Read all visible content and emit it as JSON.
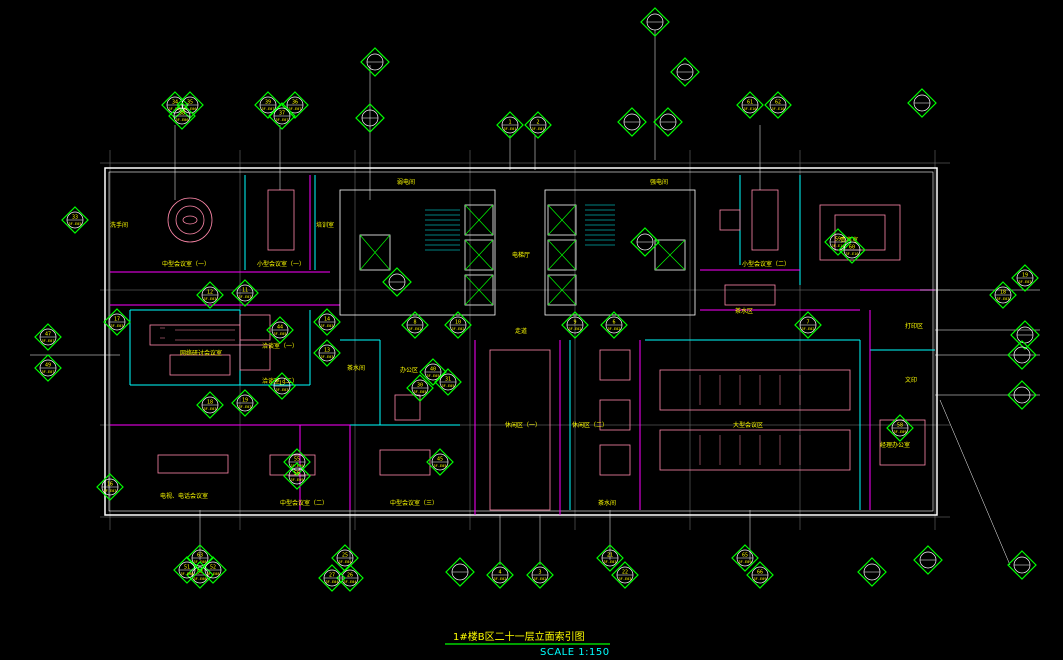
{
  "drawing": {
    "title": "1#楼B区二十一层立面索引图",
    "scale": "SCALE 1:150",
    "colors": {
      "wall": "#ffffff",
      "glass": "#00ffff",
      "furniture": "#ff88aa",
      "partition": "#ff00ff",
      "grid": "#7f7f7f",
      "marker": "#00ff00",
      "text": "#ffff00"
    }
  },
  "rooms": [
    {
      "id": "r1",
      "label": "中型会议室（一）"
    },
    {
      "id": "r2",
      "label": "小型会议室（一）"
    },
    {
      "id": "r3",
      "label": "小型会议室（二）"
    },
    {
      "id": "r4",
      "label": "贵宾室"
    },
    {
      "id": "r5",
      "label": "洗手间"
    },
    {
      "id": "r6",
      "label": "培训室"
    },
    {
      "id": "r7",
      "label": "电梯厅"
    },
    {
      "id": "r8",
      "label": "网络研讨会议室"
    },
    {
      "id": "r9",
      "label": "洽谈室（一）"
    },
    {
      "id": "r10",
      "label": "洽谈室（二）"
    },
    {
      "id": "r11",
      "label": "茶水间"
    },
    {
      "id": "r12",
      "label": "休闲区（一）"
    },
    {
      "id": "r13",
      "label": "休闲区（二）"
    },
    {
      "id": "r14",
      "label": "办公区"
    },
    {
      "id": "r15",
      "label": "大型会议区"
    },
    {
      "id": "r16",
      "label": "经理办公室"
    },
    {
      "id": "r17",
      "label": "电视、电话会议室"
    },
    {
      "id": "r18",
      "label": "中型会议室（二）"
    },
    {
      "id": "r19",
      "label": "中型会议室（三）"
    },
    {
      "id": "r20",
      "label": "茶水间"
    },
    {
      "id": "r21",
      "label": "弱电间"
    },
    {
      "id": "r22",
      "label": "强电间"
    },
    {
      "id": "r23",
      "label": "茶水区"
    },
    {
      "id": "r24",
      "label": "打印区"
    },
    {
      "id": "r25",
      "label": "文印"
    },
    {
      "id": "r26",
      "label": "走道"
    }
  ],
  "markers": [
    {
      "id": "m1",
      "num": "1",
      "sheet": "3F-E01"
    },
    {
      "id": "m2",
      "num": "2",
      "sheet": "3F-E01"
    },
    {
      "id": "m3",
      "num": "34",
      "sheet": "3F-E06"
    },
    {
      "id": "m4",
      "num": "35",
      "sheet": "3F-E06"
    },
    {
      "id": "m5",
      "num": "38",
      "sheet": "3F-E06"
    },
    {
      "id": "m6",
      "num": "39",
      "sheet": "3F-E07"
    },
    {
      "id": "m7",
      "num": "36",
      "sheet": "3F-E07"
    },
    {
      "id": "m8",
      "num": "37",
      "sheet": "3F-E07"
    },
    {
      "id": "m9",
      "num": "61",
      "sheet": "3F-E10"
    },
    {
      "id": "m10",
      "num": "62",
      "sheet": "3F-E10"
    },
    {
      "id": "m11",
      "num": "33",
      "sheet": "3F-E05"
    },
    {
      "id": "m12",
      "num": "12",
      "sheet": "3F-E03"
    },
    {
      "id": "m13",
      "num": "11",
      "sheet": "3F-E03"
    },
    {
      "id": "m14",
      "num": "17",
      "sheet": "3F-E03"
    },
    {
      "id": "m15",
      "num": "14",
      "sheet": "3F-E03"
    },
    {
      "id": "m16",
      "num": "13",
      "sheet": "3F-E03"
    },
    {
      "id": "m17",
      "num": "18",
      "sheet": "3F-E03"
    },
    {
      "id": "m18",
      "num": "19",
      "sheet": "3F-E03"
    },
    {
      "id": "m19",
      "num": "16",
      "sheet": "3F-E03"
    },
    {
      "id": "m20",
      "num": "8",
      "sheet": "3F-E02"
    },
    {
      "id": "m21",
      "num": "10",
      "sheet": "3F-E02"
    },
    {
      "id": "m22",
      "num": "9",
      "sheet": "3F-E02"
    },
    {
      "id": "m23",
      "num": "6",
      "sheet": "3F-E02"
    },
    {
      "id": "m24",
      "num": "7",
      "sheet": "3F-E02"
    },
    {
      "id": "m25",
      "num": "59",
      "sheet": "3F-E10"
    },
    {
      "id": "m26",
      "num": "60",
      "sheet": "3F-E10"
    },
    {
      "id": "m27",
      "num": "58",
      "sheet": "3F-E09"
    },
    {
      "id": "m28",
      "num": "19",
      "sheet": "3F-E03"
    },
    {
      "id": "m29",
      "num": "18",
      "sheet": "3F-E03"
    },
    {
      "id": "m30",
      "num": "63",
      "sheet": "3F-E08"
    },
    {
      "id": "m31",
      "num": "54",
      "sheet": "3F-E08"
    },
    {
      "id": "m32",
      "num": "51",
      "sheet": "3F-E08"
    },
    {
      "id": "m33",
      "num": "52",
      "sheet": "3F-E08"
    },
    {
      "id": "m34",
      "num": "25",
      "sheet": "3F-E04"
    },
    {
      "id": "m35",
      "num": "26",
      "sheet": "3F-E04"
    },
    {
      "id": "m36",
      "num": "27",
      "sheet": "3F-E04"
    },
    {
      "id": "m37",
      "num": "4",
      "sheet": "3F-E02"
    },
    {
      "id": "m38",
      "num": "3",
      "sheet": "3F-E02"
    },
    {
      "id": "m39",
      "num": "21",
      "sheet": "3F-E03"
    },
    {
      "id": "m40",
      "num": "22",
      "sheet": "3F-E03"
    },
    {
      "id": "m41",
      "num": "65",
      "sheet": "3F-E09"
    },
    {
      "id": "m42",
      "num": "66",
      "sheet": "3F-E09"
    },
    {
      "id": "m43",
      "num": "47",
      "sheet": "3F-E07"
    },
    {
      "id": "m44",
      "num": "49",
      "sheet": "3F-E07"
    },
    {
      "id": "m45",
      "num": "40",
      "sheet": "3F-E05"
    },
    {
      "id": "m46",
      "num": "31",
      "sheet": "3F-E05"
    },
    {
      "id": "m47",
      "num": "30",
      "sheet": "3F-E05"
    },
    {
      "id": "m48",
      "num": "55",
      "sheet": "3F-E09"
    },
    {
      "id": "m49",
      "num": "56",
      "sheet": "3F-E09"
    },
    {
      "id": "m50",
      "num": "15",
      "sheet": "3F-E03"
    },
    {
      "id": "m51",
      "num": "44",
      "sheet": "3F-E05"
    },
    {
      "id": "m52",
      "num": "45",
      "sheet": "3F-E05"
    }
  ]
}
